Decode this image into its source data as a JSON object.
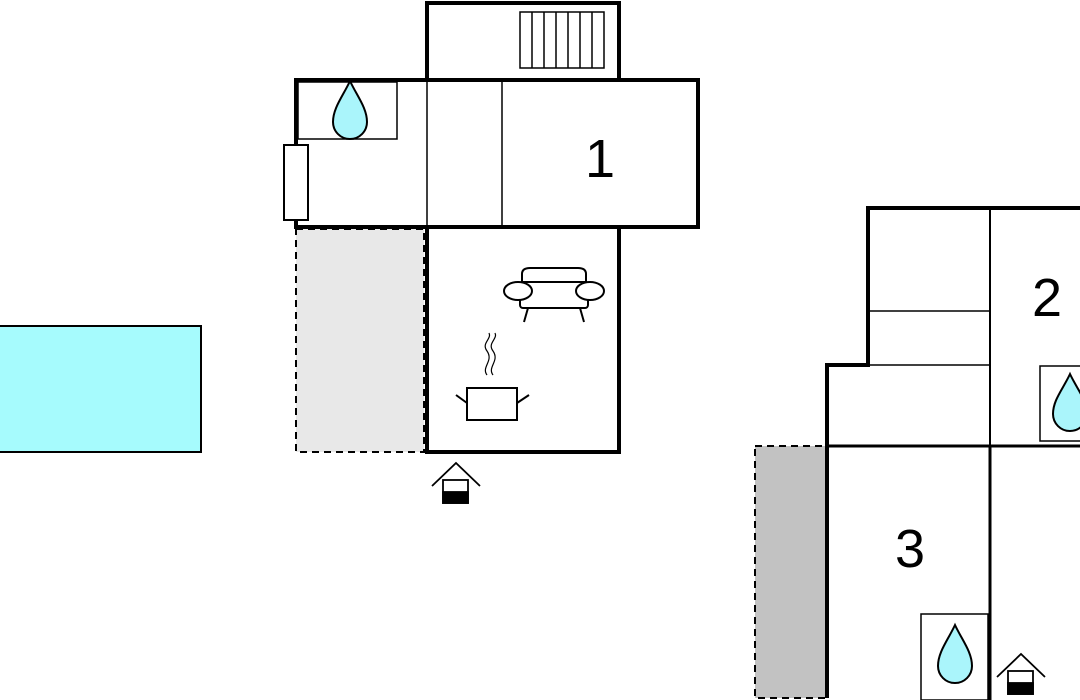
{
  "floorplan": {
    "rooms": [
      {
        "number": "1"
      },
      {
        "number": "2"
      },
      {
        "number": "3"
      }
    ],
    "colors": {
      "wall": "#000000",
      "pool": "#a6fbfd",
      "water": "#aaf5fb",
      "terrace": "#e8e8e8",
      "terrace_dark": "#c2c2c2",
      "background": "#ffffff"
    },
    "icons": [
      "pool",
      "water-drop-icon",
      "stairs-icon",
      "sofa-icon",
      "cooking-pot-icon",
      "entrance-icon"
    ]
  }
}
